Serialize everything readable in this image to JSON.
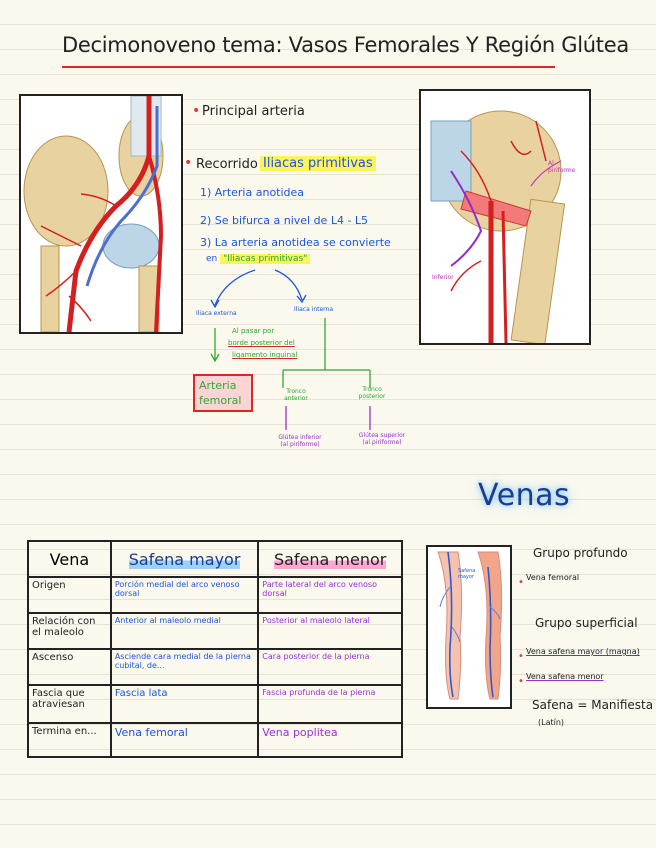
{
  "title": "Decimonoveno tema: Vasos Femorales Y Región Glútea",
  "arteries": {
    "principal": "Principal arteria",
    "recorrido_label": "Recorrido :",
    "recorrido_value": "Iliacas primitivas",
    "step1": "1) Arteria anotidea",
    "step2": "2) Se bifurca a nivel de L4 - L5",
    "step3a": "3) La arteria anotidea se convierte",
    "step3b_prefix": "en",
    "step3b_value": "\"Iliacas primitivas\"",
    "left_branch": "Iliaca externa",
    "right_branch": "Iliaca interna",
    "note_a": "Al pasar por",
    "note_b": "borde posterior del",
    "note_c": "ligamento inguinal",
    "femoral_box": "Arteria femoral",
    "sub_left": "Tronco anterior",
    "sub_right": "Tronco posterior",
    "glutea_inf": "Glútea inferior (al piriforme)",
    "glutea_sup": "Glútea superior (al piriforme)",
    "img2_label1": "Al piriforme",
    "img2_label2": "Inferior"
  },
  "venas": {
    "title": "Venas",
    "table": {
      "headers": [
        "Vena",
        "Safena mayor",
        "Safena menor"
      ],
      "rows": [
        {
          "label": "Origen",
          "mayor": "Porción medial del arco venoso dorsal",
          "menor": "Parte lateral del arco venoso dorsal"
        },
        {
          "label": "Relación con el maleolo",
          "mayor": "Anterior al maleolo medial",
          "menor": "Posterior al maleolo lateral"
        },
        {
          "label": "Ascenso",
          "mayor": "Asciende cara medial de la pierna cubital, de...",
          "menor": "Cara posterior de la pierna"
        },
        {
          "label": "Fascia que atraviesan",
          "mayor": "Fascia lata",
          "menor": "Fascia profunda de la pierna"
        },
        {
          "label": "Termina en...",
          "mayor": "Vena femoral",
          "menor": "Vena poplitea"
        }
      ]
    },
    "leg_label": "Safena mayor",
    "grupo_profundo": "Grupo profundo",
    "vena_femoral": "Vena femoral",
    "grupo_superficial": "Grupo superficial",
    "safena_mayor_item": "Vena safena mayor (magna)",
    "safena_menor_item": "Vena safena menor",
    "safena_def": "Safena = Manifiesta",
    "safena_latin": "(Latín)"
  }
}
